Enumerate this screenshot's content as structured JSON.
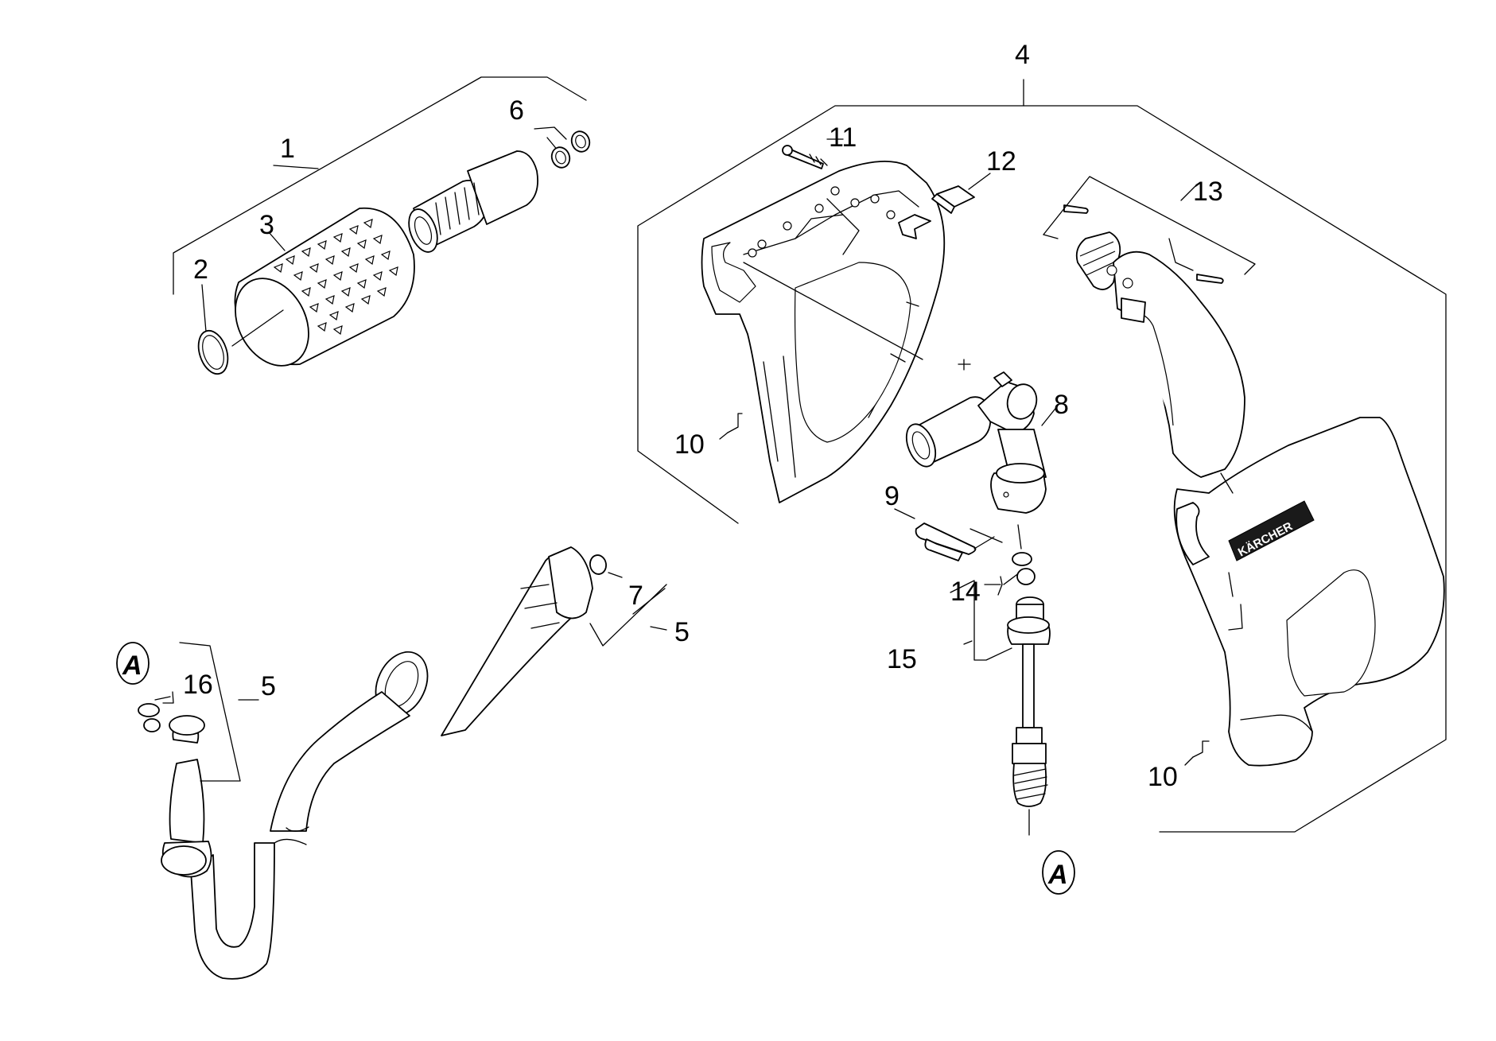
{
  "diagram": {
    "callouts": [
      {
        "id": "callout-1",
        "text": "1"
      },
      {
        "id": "callout-2",
        "text": "2"
      },
      {
        "id": "callout-3",
        "text": "3"
      },
      {
        "id": "callout-4",
        "text": "4"
      },
      {
        "id": "callout-5a",
        "text": "5"
      },
      {
        "id": "callout-5b",
        "text": "5"
      },
      {
        "id": "callout-6",
        "text": "6"
      },
      {
        "id": "callout-7",
        "text": "7"
      },
      {
        "id": "callout-8",
        "text": "8"
      },
      {
        "id": "callout-9",
        "text": "9"
      },
      {
        "id": "callout-10a",
        "text": "10"
      },
      {
        "id": "callout-10b",
        "text": "10"
      },
      {
        "id": "callout-11",
        "text": "11"
      },
      {
        "id": "callout-12",
        "text": "12"
      },
      {
        "id": "callout-13",
        "text": "13"
      },
      {
        "id": "callout-14",
        "text": "14"
      },
      {
        "id": "callout-15",
        "text": "15"
      },
      {
        "id": "callout-16",
        "text": "16"
      }
    ],
    "reference_markers": [
      {
        "id": "ref-a-left",
        "text": "A"
      },
      {
        "id": "ref-a-right",
        "text": "A"
      }
    ],
    "brand_text": "KÄRCHER"
  }
}
